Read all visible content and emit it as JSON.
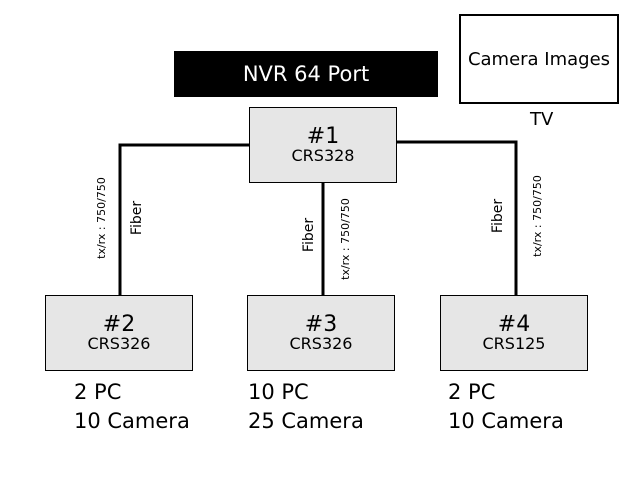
{
  "nvr": {
    "label": "NVR 64 Port"
  },
  "tv": {
    "screen_text": "Camera Images",
    "label": "TV"
  },
  "switches": [
    {
      "number": "#1",
      "model": "CRS328"
    },
    {
      "number": "#2",
      "model": "CRS326"
    },
    {
      "number": "#3",
      "model": "CRS326"
    },
    {
      "number": "#4",
      "model": "CRS125"
    }
  ],
  "links": [
    {
      "medium": "Fiber",
      "speed": "tx/rx : 750/750"
    },
    {
      "medium": "Fiber",
      "speed": "tx/rx : 750/750"
    },
    {
      "medium": "Fiber",
      "speed": "tx/rx : 750/750"
    }
  ],
  "stats": [
    {
      "pcs": "2 PC",
      "cameras": "10 Camera"
    },
    {
      "pcs": "10 PC",
      "cameras": "25 Camera"
    },
    {
      "pcs": "2 PC",
      "cameras": "10 Camera"
    }
  ],
  "colors": {
    "bar_bg": "#000000",
    "bar_text": "#ffffff",
    "switch_fill": "#e6e6e6"
  }
}
